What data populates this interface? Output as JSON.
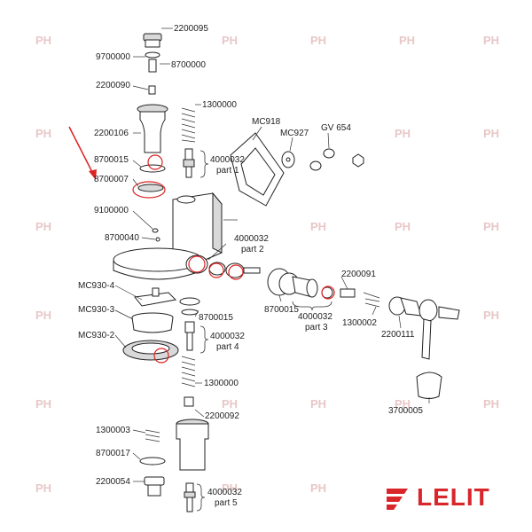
{
  "brand": {
    "name": "LELIT",
    "color": "#d8262b",
    "watermark": "PH"
  },
  "labels": {
    "l2200095": "2200095",
    "l9700000": "9700000",
    "l8700000": "8700000",
    "l2200090": "2200090",
    "l1300000a": "1300000",
    "l2200106": "2200106",
    "l8700015a": "8700015",
    "l8700007": "8700007",
    "l4000032p1": "4000032",
    "l_part1": "part 1",
    "lMC918": "MC918",
    "lMC927": "MC927",
    "lGV654": "GV 654",
    "l9100000": "9100000",
    "l8700040": "8700040",
    "l4000032p2": "4000032",
    "l_part2": "part 2",
    "lMC930_4": "MC930-4",
    "lMC930_3": "MC930-3",
    "l8700015b": "8700015",
    "lMC930_2": "MC930-2",
    "l4000032p4": "4000032",
    "l_part4": "part 4",
    "l2200091": "2200091",
    "l8700015c": "8700015",
    "l4000032p3": "4000032",
    "l_part3": "part 3",
    "l1300002": "1300002",
    "l2200111": "2200111",
    "l1300000b": "1300000",
    "l2200092": "2200092",
    "l3700005": "3700005",
    "l1300003": "1300003",
    "l8700017": "8700017",
    "l2200054": "2200054",
    "l4000032p5": "4000032",
    "l_part5": "part 5"
  }
}
